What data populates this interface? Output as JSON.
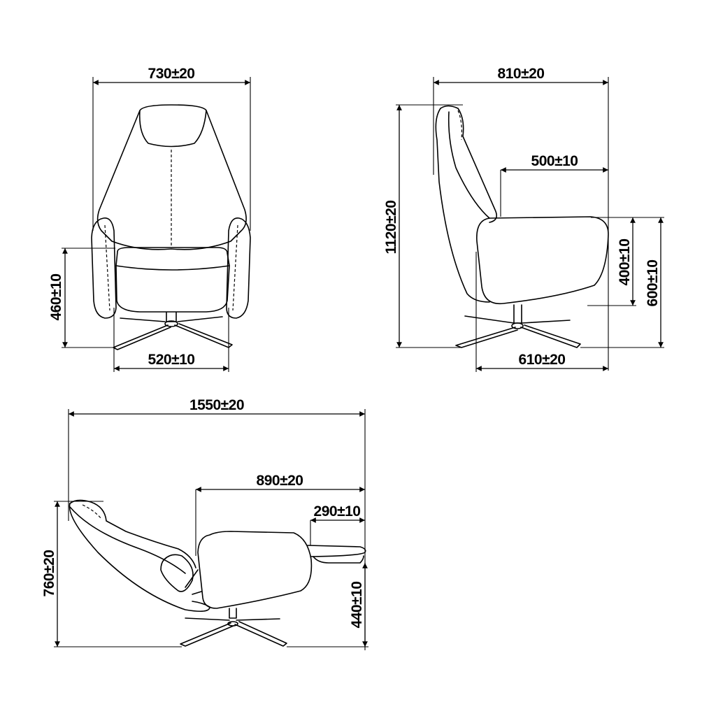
{
  "front_view": {
    "overall_width": "730±20",
    "seat_height": "460±10",
    "base_width": "520±10"
  },
  "side_view": {
    "overall_depth": "810±20",
    "overall_height": "1120±20",
    "seat_depth": "500±10",
    "armrest_height_from_seat": "400±10",
    "armrest_height": "600±10",
    "base_depth": "610±20"
  },
  "reclined_view": {
    "overall_length": "1550±20",
    "seat_to_footrest": "890±20",
    "footrest_length": "290±10",
    "reclined_height": "760±20",
    "footrest_height": "440±10"
  },
  "colors": {
    "line": "#000000",
    "background": "#ffffff"
  }
}
